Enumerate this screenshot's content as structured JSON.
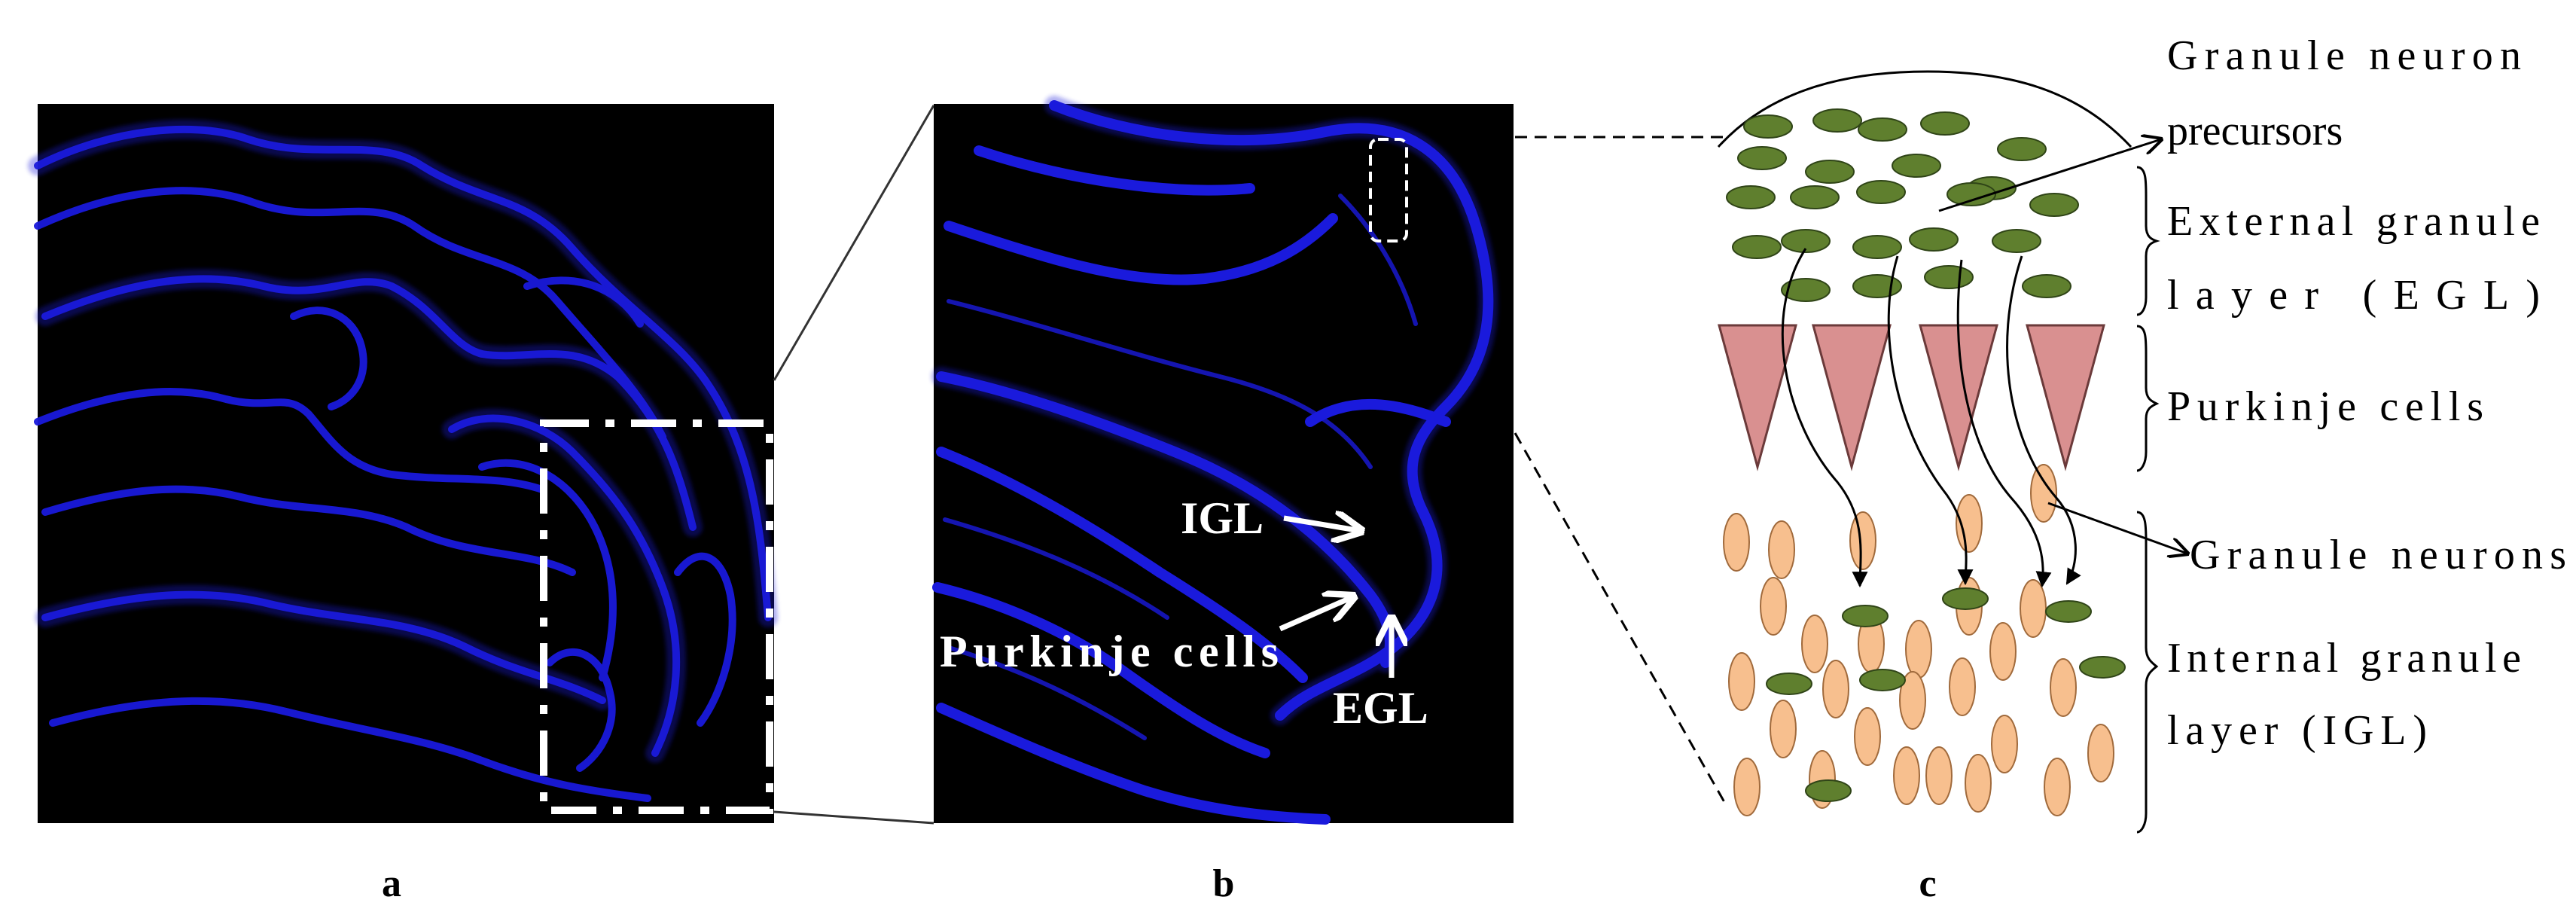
{
  "panels": {
    "a": {
      "letter": "a"
    },
    "b": {
      "letter": "b",
      "labels": {
        "igl": "IGL",
        "purkinje": "Purkinje cells",
        "egl": "EGL"
      }
    },
    "c": {
      "letter": "c",
      "labels": {
        "gnp_line1": "Granule neuron",
        "gnp_line2": "precursors",
        "egl_line1": "External granule",
        "egl_line2": "layer (EGL)",
        "purkinje": "Purkinje cells",
        "granule_neurons": "Granule neurons",
        "igl_line1": "Internal granule",
        "igl_line2": "layer (IGL)"
      }
    }
  },
  "colors": {
    "tissue_bg": "#000000",
    "nuclear_stain": "#1a1adc",
    "precursor_fill": "#5f7f2e",
    "purkinje_fill": "#d99090",
    "granule_fill": "#f7bf8e"
  }
}
